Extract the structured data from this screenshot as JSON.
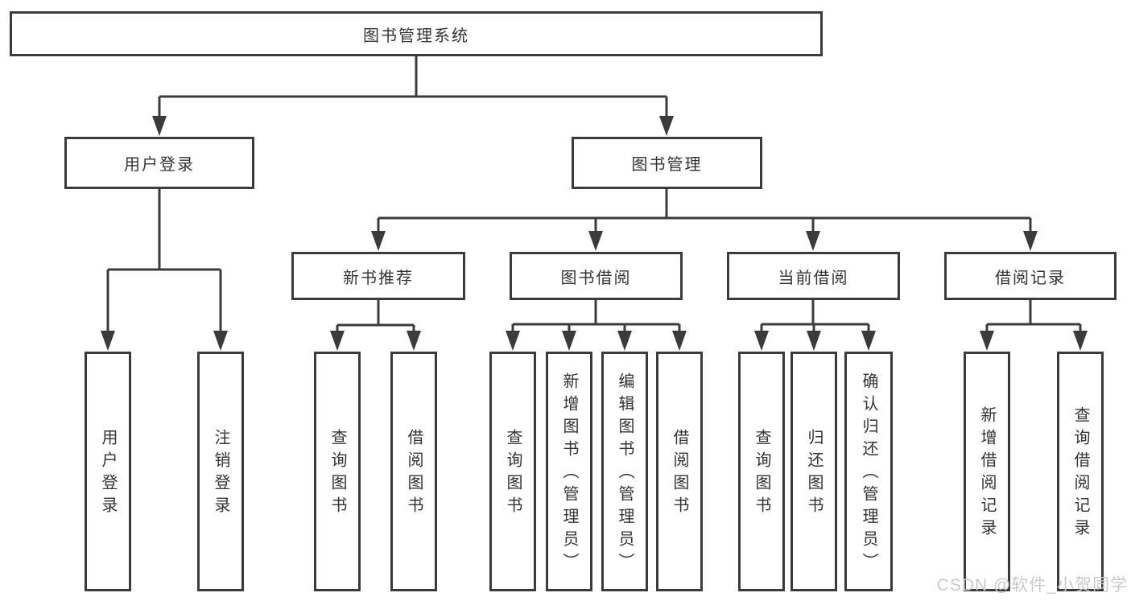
{
  "diagram": {
    "root": {
      "label": "图书管理系统"
    },
    "level2": [
      {
        "label": "用户登录"
      },
      {
        "label": "图书管理"
      }
    ],
    "level3": [
      {
        "label": "新书推荐"
      },
      {
        "label": "图书借阅"
      },
      {
        "label": "当前借阅"
      },
      {
        "label": "借阅记录"
      }
    ],
    "leaves": {
      "user_login": [
        "用户登录",
        "注销登录"
      ],
      "new_book": [
        "查询图书",
        "借阅图书"
      ],
      "book_borrow": [
        "查询图书",
        "新增图书（管理员）",
        "编辑图书（管理员）",
        "借阅图书"
      ],
      "current_borrow": [
        "查询图书",
        "归还图书",
        "确认归还（管理员）"
      ],
      "borrow_record": [
        "新增借阅记录",
        "查询借阅记录"
      ]
    }
  },
  "watermark": "CSDN @软件_小贺同学",
  "colors": {
    "line": "#3b3b3d",
    "text": "#333333",
    "watermark": "#c9c9c9",
    "background": "#ffffff"
  }
}
